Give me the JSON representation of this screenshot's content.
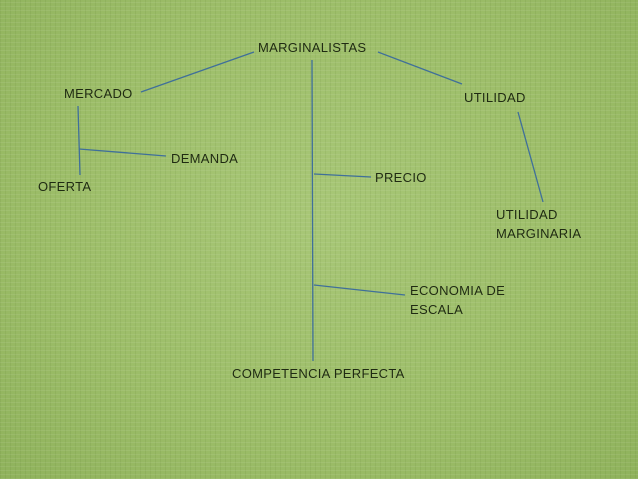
{
  "diagram": {
    "nodes": {
      "marginalistas": "MARGINALISTAS",
      "mercado": "MERCADO",
      "utilidad": "UTILIDAD",
      "demanda": "DEMANDA",
      "oferta": "OFERTA",
      "precio": "PRECIO",
      "utilidad_marginaria": [
        "UTILIDAD",
        "MARGINARIA"
      ],
      "economia_de_escala": [
        "ECONOMIA DE",
        "ESCALA"
      ],
      "competencia_perfecta": "COMPETENCIA PERFECTA"
    },
    "line_color": "#3f6f9a",
    "background_color": "#9fc06b"
  }
}
